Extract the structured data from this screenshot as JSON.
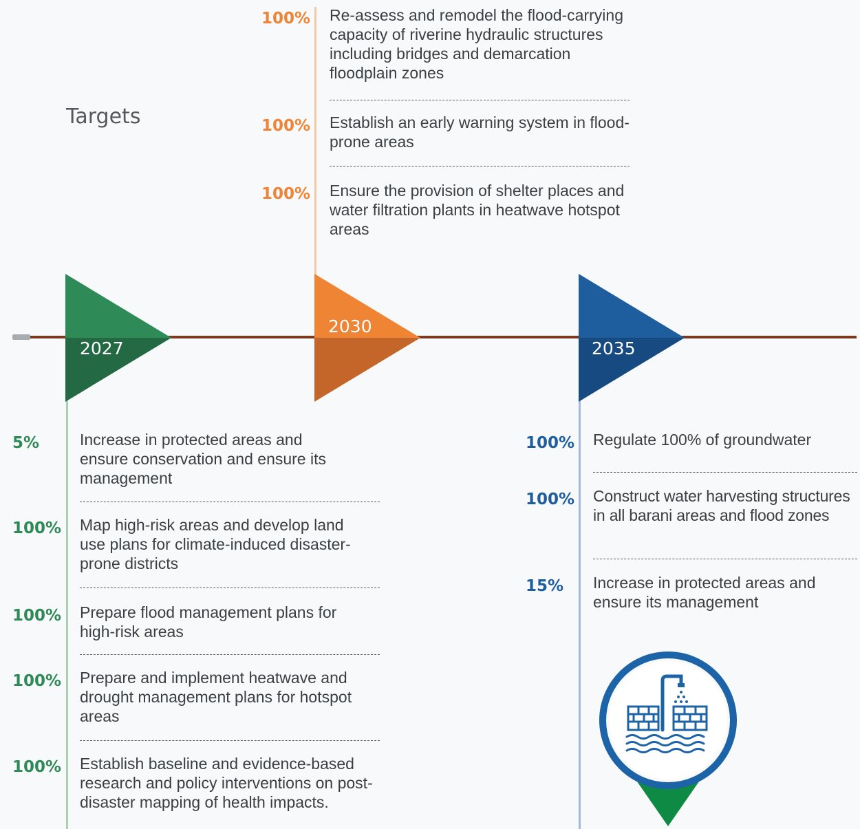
{
  "heading": "Targets",
  "years": {
    "y2027": "2027",
    "y2030": "2030",
    "y2035": "2035"
  },
  "colors": {
    "green": "#2e8a57",
    "orange": "#ee8434",
    "blue": "#1f5e9e",
    "timeline": "#7a3a20"
  },
  "targets_2030": [
    {
      "pct": "100%",
      "text": "Re-assess and remodel the flood-carrying capacity of riverine hydraulic structures including bridges and demarcation floodplain zones"
    },
    {
      "pct": "100%",
      "text": "Establish an early warning system in flood-prone areas"
    },
    {
      "pct": "100%",
      "text": "Ensure the provision of shelter places and water filtration plants in heatwave hotspot areas"
    }
  ],
  "targets_2027": [
    {
      "pct": "5%",
      "text": "Increase in protected areas and ensure conservation and ensure its management"
    },
    {
      "pct": "100%",
      "text": "Map high-risk areas and develop land use plans for climate-induced disaster-prone districts"
    },
    {
      "pct": "100%",
      "text": "Prepare flood management plans for high-risk areas"
    },
    {
      "pct": "100%",
      "text": "Prepare and implement heatwave and drought management plans for hotspot areas"
    },
    {
      "pct": "100%",
      "text": "Establish baseline and evidence-based research and policy interventions on post-disaster mapping of health impacts."
    }
  ],
  "targets_2035": [
    {
      "pct": "100%",
      "text": "Regulate 100% of groundwater"
    },
    {
      "pct": "100%",
      "text": "Construct water harvesting structures in all barani areas and flood zones"
    },
    {
      "pct": "15%",
      "text": "Increase in protected areas and ensure its management"
    }
  ],
  "icon": "water-harvesting-structure-icon"
}
